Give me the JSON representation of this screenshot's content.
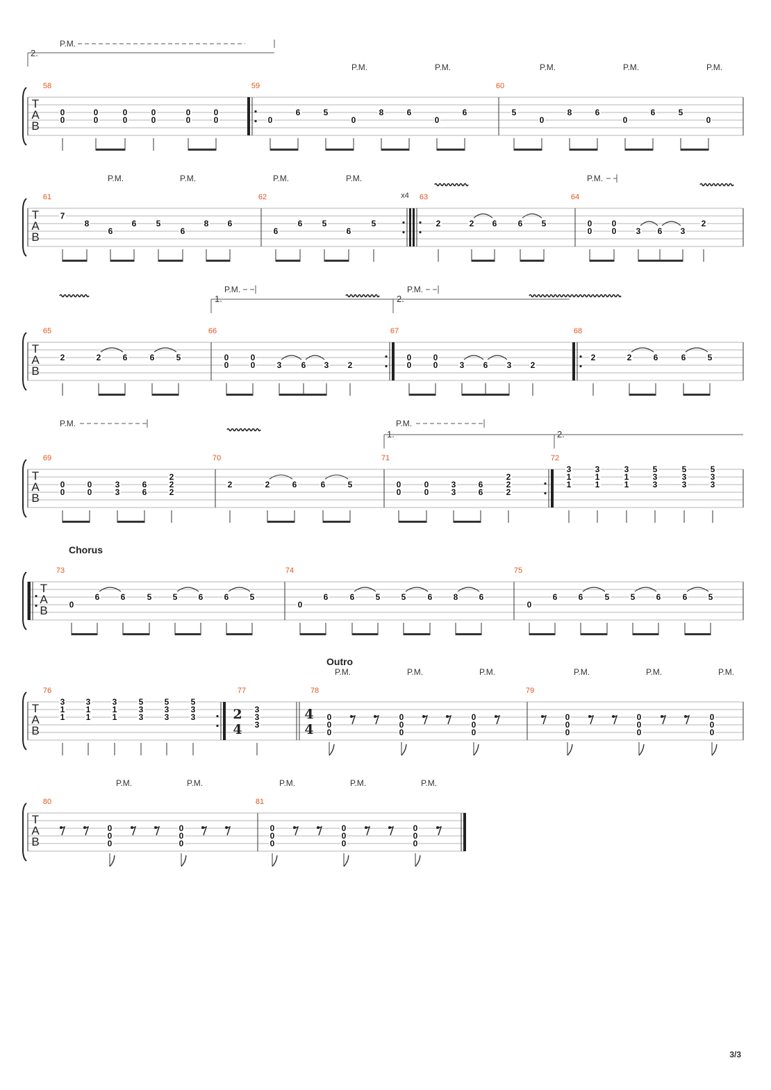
{
  "page_number": "3/3",
  "tab_letters": [
    "T",
    "A",
    "B"
  ],
  "sections": [
    "Chorus",
    "Outro"
  ],
  "pm_label": "P.M.",
  "repeat_count": "x4",
  "voltas": [
    "1.",
    "2."
  ],
  "time_signatures": [
    {
      "measure": "77",
      "num": "2",
      "den": "4"
    },
    {
      "measure": "78",
      "num": "4",
      "den": "4"
    }
  ],
  "rows": [
    {
      "measures": [
        {
          "num": "58",
          "notes": [
            {
              "f": [
                "0",
                "0"
              ]
            },
            {
              "f": [
                "0",
                "0"
              ]
            },
            {
              "f": [
                "0",
                "0"
              ]
            },
            {
              "f": [
                "0",
                "0"
              ]
            },
            {
              "f": [
                "0",
                "0"
              ]
            },
            {
              "f": [
                "0",
                "0"
              ]
            }
          ]
        },
        {
          "num": "59",
          "notes": [
            {
              "f": [
                "0"
              ]
            },
            {
              "f": [
                "6"
              ]
            },
            {
              "f": [
                "5"
              ]
            },
            {
              "f": [
                "0"
              ]
            },
            {
              "f": [
                "8"
              ]
            },
            {
              "f": [
                "6"
              ]
            },
            {
              "f": [
                "0"
              ]
            },
            {
              "f": [
                "6"
              ]
            }
          ]
        },
        {
          "num": "60",
          "notes": [
            {
              "f": [
                "5"
              ]
            },
            {
              "f": [
                "0"
              ]
            },
            {
              "f": [
                "8"
              ]
            },
            {
              "f": [
                "6"
              ]
            },
            {
              "f": [
                "0"
              ]
            },
            {
              "f": [
                "6"
              ]
            },
            {
              "f": [
                "5"
              ]
            },
            {
              "f": [
                "0"
              ]
            }
          ]
        }
      ]
    },
    {
      "measures": [
        {
          "num": "61",
          "notes": [
            {
              "f": [
                "7"
              ]
            },
            {
              "f": [
                "8"
              ]
            },
            {
              "f": [
                "6"
              ]
            },
            {
              "f": [
                "6"
              ]
            },
            {
              "f": [
                "5"
              ]
            },
            {
              "f": [
                "6"
              ]
            },
            {
              "f": [
                "8"
              ]
            },
            {
              "f": [
                "6"
              ]
            }
          ]
        },
        {
          "num": "62",
          "notes": [
            {
              "f": [
                "6"
              ]
            },
            {
              "f": [
                "6"
              ]
            },
            {
              "f": [
                "5"
              ]
            },
            {
              "f": [
                "6"
              ]
            },
            {
              "f": [
                "5"
              ]
            }
          ]
        },
        {
          "num": "63",
          "notes": [
            {
              "f": [
                "2"
              ]
            },
            {
              "f": [
                "2"
              ]
            },
            {
              "f": [
                "6"
              ]
            },
            {
              "f": [
                "6"
              ]
            },
            {
              "f": [
                "5"
              ]
            }
          ]
        },
        {
          "num": "64",
          "notes": [
            {
              "f": [
                "0",
                "0"
              ]
            },
            {
              "f": [
                "0",
                "0"
              ]
            },
            {
              "f": [
                "3"
              ]
            },
            {
              "f": [
                "6"
              ]
            },
            {
              "f": [
                "3"
              ]
            },
            {
              "f": [
                "2"
              ]
            }
          ]
        }
      ]
    },
    {
      "measures": [
        {
          "num": "65",
          "notes": [
            {
              "f": [
                "2"
              ]
            },
            {
              "f": [
                "2"
              ]
            },
            {
              "f": [
                "6"
              ]
            },
            {
              "f": [
                "6"
              ]
            },
            {
              "f": [
                "5"
              ]
            }
          ]
        },
        {
          "num": "66",
          "notes": [
            {
              "f": [
                "0",
                "0"
              ]
            },
            {
              "f": [
                "0",
                "0"
              ]
            },
            {
              "f": [
                "3"
              ]
            },
            {
              "f": [
                "6"
              ]
            },
            {
              "f": [
                "3"
              ]
            },
            {
              "f": [
                "2"
              ]
            }
          ]
        },
        {
          "num": "67",
          "notes": [
            {
              "f": [
                "0",
                "0"
              ]
            },
            {
              "f": [
                "0",
                "0"
              ]
            },
            {
              "f": [
                "3"
              ]
            },
            {
              "f": [
                "6"
              ]
            },
            {
              "f": [
                "3"
              ]
            },
            {
              "f": [
                "2"
              ]
            }
          ]
        },
        {
          "num": "68",
          "notes": [
            {
              "f": [
                "2"
              ]
            },
            {
              "f": [
                "2"
              ]
            },
            {
              "f": [
                "6"
              ]
            },
            {
              "f": [
                "6"
              ]
            },
            {
              "f": [
                "5"
              ]
            }
          ]
        }
      ]
    },
    {
      "measures": [
        {
          "num": "69",
          "notes": [
            {
              "f": [
                "0",
                "0"
              ]
            },
            {
              "f": [
                "0",
                "0"
              ]
            },
            {
              "f": [
                "3",
                "3"
              ]
            },
            {
              "f": [
                "6",
                "6"
              ]
            },
            {
              "f": [
                "2",
                "2",
                "2"
              ]
            }
          ]
        },
        {
          "num": "70",
          "notes": [
            {
              "f": [
                "2"
              ]
            },
            {
              "f": [
                "2"
              ]
            },
            {
              "f": [
                "6"
              ]
            },
            {
              "f": [
                "6"
              ]
            },
            {
              "f": [
                "5"
              ]
            }
          ]
        },
        {
          "num": "71",
          "notes": [
            {
              "f": [
                "0",
                "0"
              ]
            },
            {
              "f": [
                "0",
                "0"
              ]
            },
            {
              "f": [
                "3",
                "3"
              ]
            },
            {
              "f": [
                "6",
                "6"
              ]
            },
            {
              "f": [
                "2",
                "2",
                "2"
              ]
            }
          ]
        },
        {
          "num": "72",
          "notes": [
            {
              "f": [
                "3",
                "1",
                "1"
              ]
            },
            {
              "f": [
                "3",
                "1",
                "1"
              ]
            },
            {
              "f": [
                "3",
                "1",
                "1"
              ]
            },
            {
              "f": [
                "5",
                "3",
                "3"
              ]
            },
            {
              "f": [
                "5",
                "3",
                "3"
              ]
            },
            {
              "f": [
                "5",
                "3",
                "3"
              ]
            }
          ]
        }
      ]
    },
    {
      "measures": [
        {
          "num": "73",
          "notes": [
            {
              "f": [
                "0"
              ]
            },
            {
              "f": [
                "6"
              ]
            },
            {
              "f": [
                "6"
              ]
            },
            {
              "f": [
                "5"
              ]
            },
            {
              "f": [
                "5"
              ]
            },
            {
              "f": [
                "6"
              ]
            },
            {
              "f": [
                "6"
              ]
            },
            {
              "f": [
                "5"
              ]
            }
          ]
        },
        {
          "num": "74",
          "notes": [
            {
              "f": [
                "0"
              ]
            },
            {
              "f": [
                "6"
              ]
            },
            {
              "f": [
                "6"
              ]
            },
            {
              "f": [
                "5"
              ]
            },
            {
              "f": [
                "5"
              ]
            },
            {
              "f": [
                "6"
              ]
            },
            {
              "f": [
                "8"
              ]
            },
            {
              "f": [
                "6"
              ]
            }
          ]
        },
        {
          "num": "75",
          "notes": [
            {
              "f": [
                "0"
              ]
            },
            {
              "f": [
                "6"
              ]
            },
            {
              "f": [
                "6"
              ]
            },
            {
              "f": [
                "5"
              ]
            },
            {
              "f": [
                "5"
              ]
            },
            {
              "f": [
                "6"
              ]
            },
            {
              "f": [
                "6"
              ]
            },
            {
              "f": [
                "5"
              ]
            }
          ]
        }
      ]
    },
    {
      "measures": [
        {
          "num": "76",
          "notes": [
            {
              "f": [
                "3",
                "1",
                "1"
              ]
            },
            {
              "f": [
                "3",
                "1",
                "1"
              ]
            },
            {
              "f": [
                "3",
                "1",
                "1"
              ]
            },
            {
              "f": [
                "5",
                "3",
                "3"
              ]
            },
            {
              "f": [
                "5",
                "3",
                "3"
              ]
            },
            {
              "f": [
                "5",
                "3",
                "3"
              ]
            }
          ]
        },
        {
          "num": "77",
          "notes": [
            {
              "f": [
                "3",
                "3",
                "3"
              ]
            }
          ]
        },
        {
          "num": "78",
          "notes": [
            {
              "f": [
                "0",
                "0",
                "0"
              ]
            },
            {
              "f": [
                "0",
                "0",
                "0"
              ]
            },
            {
              "f": [
                "0",
                "0",
                "0"
              ]
            }
          ]
        },
        {
          "num": "79",
          "notes": [
            {
              "f": [
                "0",
                "0",
                "0"
              ]
            },
            {
              "f": [
                "0",
                "0",
                "0"
              ]
            },
            {
              "f": [
                "0",
                "0",
                "0"
              ]
            }
          ]
        }
      ]
    },
    {
      "measures": [
        {
          "num": "80",
          "notes": [
            {
              "f": [
                "0",
                "0",
                "0"
              ]
            },
            {
              "f": [
                "0",
                "0",
                "0"
              ]
            }
          ]
        },
        {
          "num": "81",
          "notes": [
            {
              "f": [
                "0",
                "0",
                "0"
              ]
            },
            {
              "f": [
                "0",
                "0",
                "0"
              ]
            },
            {
              "f": [
                "0",
                "0",
                "0"
              ]
            }
          ]
        }
      ]
    }
  ]
}
